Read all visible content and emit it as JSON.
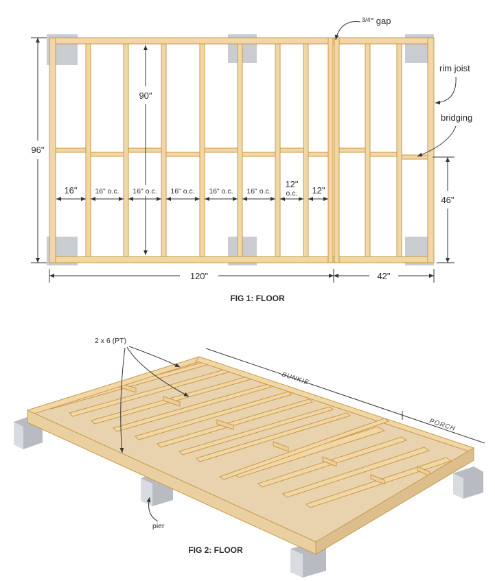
{
  "fig1": {
    "caption": "FIG 1: FLOOR",
    "gap_label_frac": "3/4",
    "gap_label_text": "\" gap",
    "rim_joist": "rim joist",
    "bridging": "bridging",
    "dim_96": "96\"",
    "dim_90": "90\"",
    "dim_46": "46\"",
    "dim_120": "120\"",
    "dim_42": "42\"",
    "spacings": [
      "16\"",
      "16\" o.c.",
      "16\" o.c.",
      "16\" o.c.",
      "16\" o.c.",
      "16\" o.c.",
      "12\"",
      "o.c.",
      "12\""
    ]
  },
  "fig2": {
    "caption": "FIG 2: FLOOR",
    "lumber": "2 x 6 (PT)",
    "bunkie": "BUNKIE",
    "porch": "PORCH",
    "pier": "pier"
  },
  "colors": {
    "wood": "#f2d7a6",
    "wood_edge": "#c89848",
    "pier": "#c9cdd2"
  }
}
